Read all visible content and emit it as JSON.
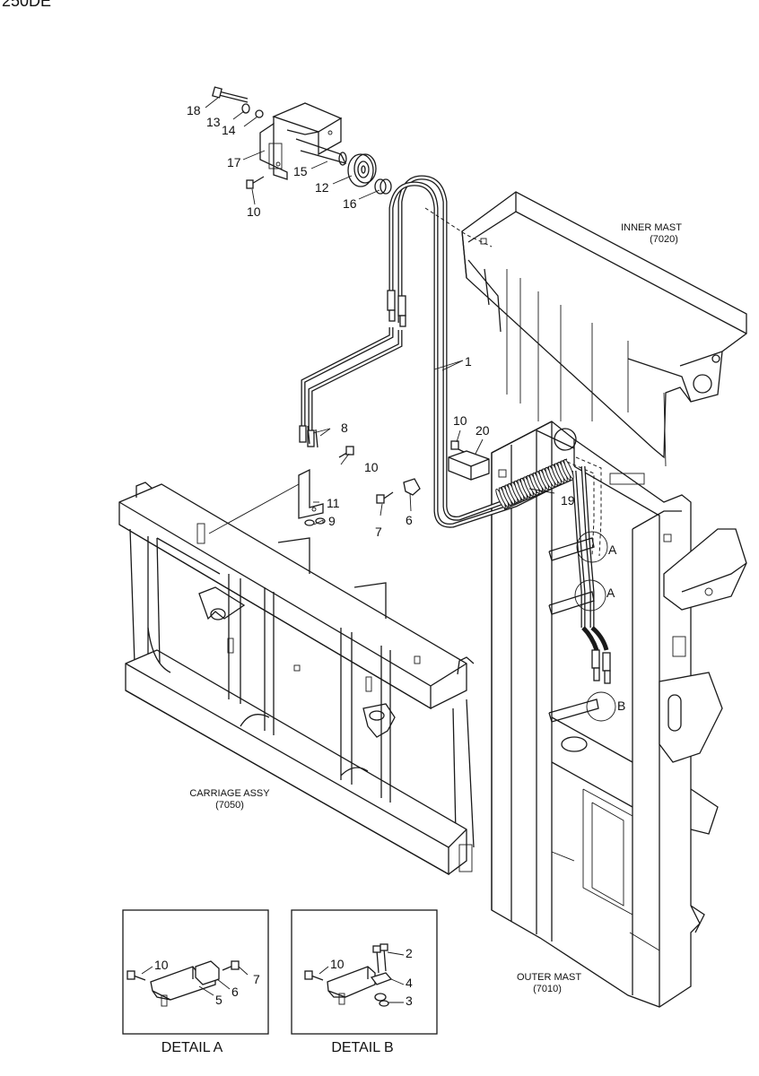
{
  "model_code": "250DE",
  "assemblies": {
    "inner_mast": {
      "name": "INNER MAST",
      "code": "(7020)"
    },
    "outer_mast": {
      "name": "OUTER MAST",
      "code": "(7010)"
    },
    "carriage": {
      "name": "CARRIAGE ASSY",
      "code": "(7050)"
    }
  },
  "callouts": {
    "c1": "1",
    "c7": "7",
    "c6": "6",
    "c8": "8",
    "c9": "9",
    "c10a": "10",
    "c10b": "10",
    "c10c": "10",
    "c11": "11",
    "c12": "12",
    "c13": "13",
    "c14": "14",
    "c15": "15",
    "c16": "16",
    "c17": "17",
    "c18": "18",
    "c19": "19",
    "c20": "20",
    "detA1": "A",
    "detA2": "A",
    "detB1": "B"
  },
  "detail_a": {
    "title": "DETAIL A",
    "callouts": {
      "c10": "10",
      "c7": "7",
      "c6": "6",
      "c5": "5"
    }
  },
  "detail_b": {
    "title": "DETAIL B",
    "callouts": {
      "c10": "10",
      "c2": "2",
      "c4": "4",
      "c3": "3"
    }
  }
}
